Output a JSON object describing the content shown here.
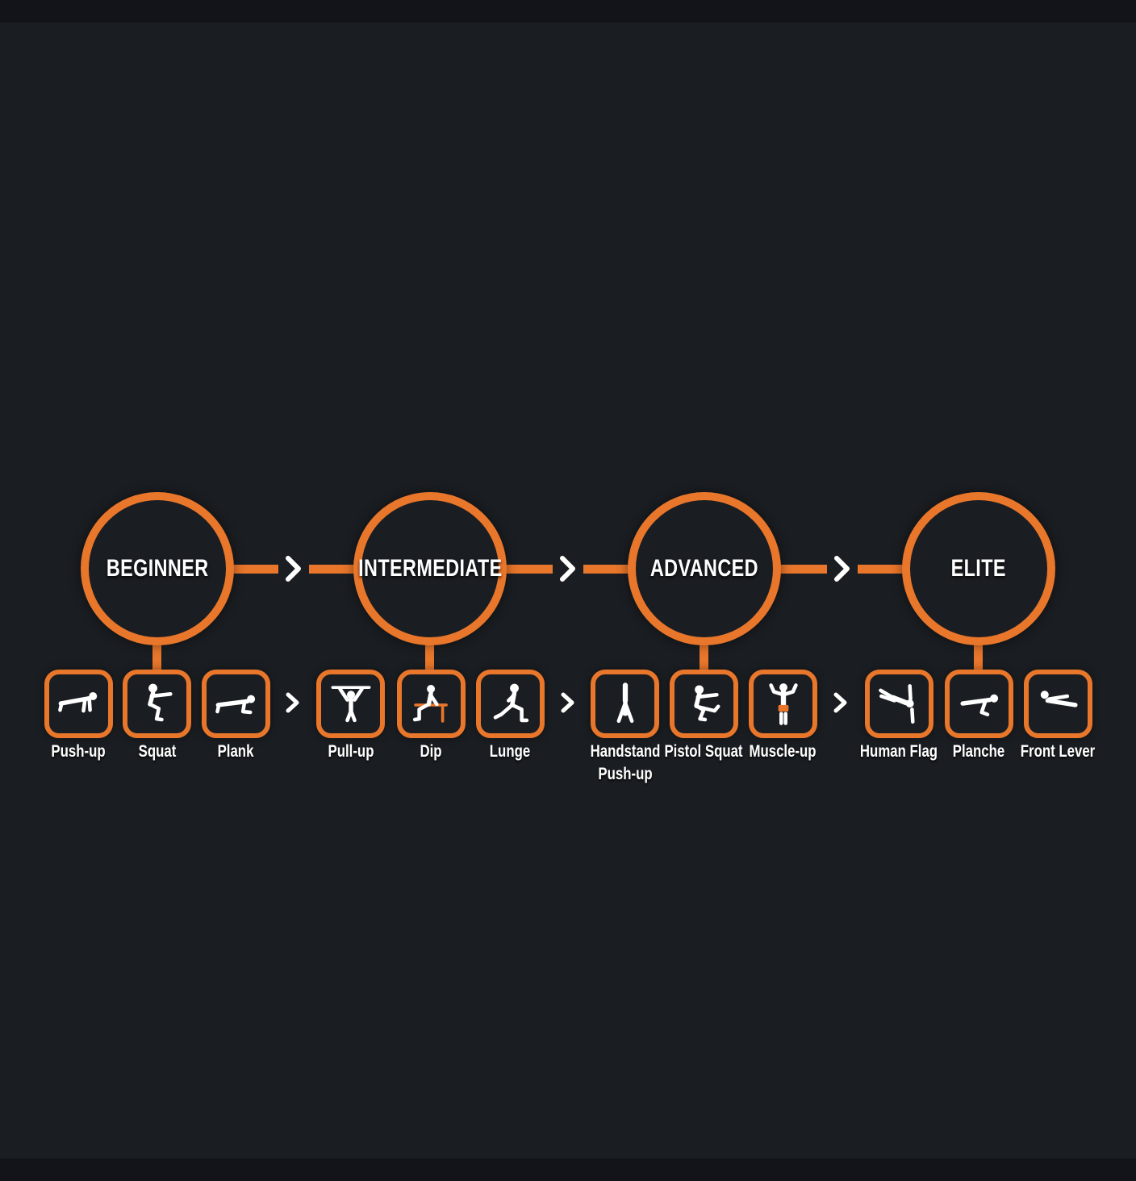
{
  "colors": {
    "background": "#1a1d21",
    "edge_band": "#121419",
    "accent_orange": "#e8762b",
    "label_white": "#ffffff"
  },
  "levels": [
    {
      "label": "BEGINNER",
      "exercises": [
        {
          "label": "Push-up",
          "icon": "push-up-icon"
        },
        {
          "label": "Squat",
          "icon": "squat-icon"
        },
        {
          "label": "Plank",
          "icon": "plank-icon"
        }
      ]
    },
    {
      "label": "INTERMEDIATE",
      "exercises": [
        {
          "label": "Pull-up",
          "icon": "pull-up-icon"
        },
        {
          "label": "Dip",
          "icon": "dip-icon"
        },
        {
          "label": "Lunge",
          "icon": "lunge-icon"
        }
      ]
    },
    {
      "label": "ADVANCED",
      "exercises": [
        {
          "label": "Handstand Push-up",
          "icon": "handstand-push-up-icon"
        },
        {
          "label": "Pistol Squat",
          "icon": "pistol-squat-icon"
        },
        {
          "label": "Muscle-up",
          "icon": "muscle-up-icon"
        }
      ]
    },
    {
      "label": "ELITE",
      "exercises": [
        {
          "label": "Human Flag",
          "icon": "human-flag-icon"
        },
        {
          "label": "Planche",
          "icon": "planche-icon"
        },
        {
          "label": "Front Lever",
          "icon": "front-lever-icon"
        }
      ]
    }
  ],
  "connectors": {
    "between_levels_icon": "chevron-right-icon",
    "between_groups_icon": "chevron-right-icon"
  }
}
